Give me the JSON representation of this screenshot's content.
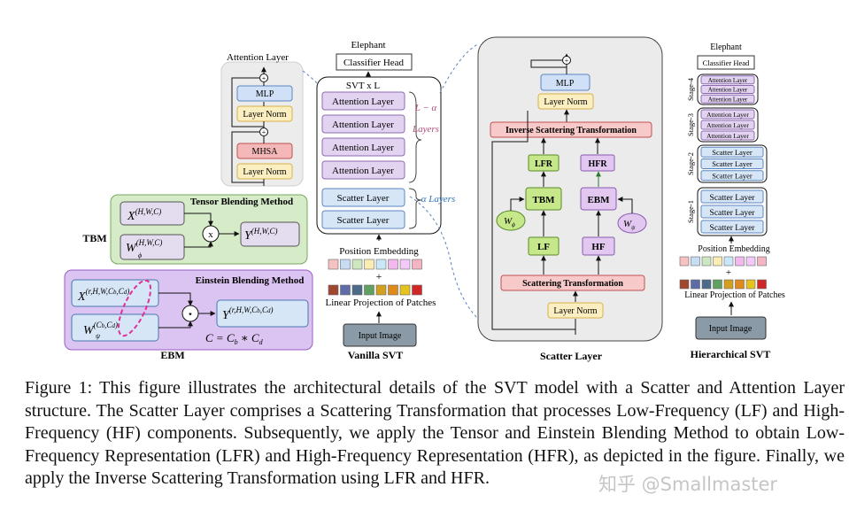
{
  "figure": {
    "tensor_blending": {
      "title": "Tensor Blending Method",
      "label": "TBM",
      "x_base": "X",
      "x_sup": "(H,W,C)",
      "w_base": "W",
      "w_sub": "ϕ",
      "w_sup": "(H,W,C)",
      "op": "x",
      "y_base": "Y",
      "y_sup": "(H,W,C)"
    },
    "einstein_blending": {
      "title": "Einstein Blending Method",
      "label": "EBM",
      "x_base": "X",
      "x_sup": "(r,H,W,C",
      "x_sup_b": "b",
      "x_sup_mid": ",C",
      "x_sup_d": "d",
      "x_sup_end": ")",
      "w_base": "W",
      "w_sub": "ψ",
      "w_sup": "(C",
      "w_sup_b": "b",
      "w_sup_mid": ",C",
      "w_sup_d": "d",
      "w_sup_end": ")",
      "op": "⋆",
      "y_base": "Y",
      "y_sup": "(r,H,W,C",
      "y_sup_b": "b",
      "y_sup_mid": ",C",
      "y_sup_d": "d",
      "y_sup_end": ")",
      "equation_lhs": "C = C",
      "eq_b": "b",
      "equation_mid": " ∗ C",
      "eq_d": "d"
    },
    "attention_detail": {
      "title": "Attention Layer",
      "mlp": "MLP",
      "layer_norm_top": "Layer Norm",
      "mhsa": "MHSA",
      "layer_norm_bottom": "Layer Norm"
    },
    "vanilla_svt": {
      "caption": "Vanilla SVT",
      "class_label": "Elephant",
      "classifier": "Classifier Head",
      "stack_label": "SVT  x L",
      "attention_layers": [
        "Attention Layer",
        "Attention Layer",
        "Attention Layer",
        "Attention Layer"
      ],
      "scatter_layers": [
        "Scatter Layer",
        "Scatter Layer"
      ],
      "attn_brace_label": "L − α",
      "attn_brace_label2": "Layers",
      "scatter_brace_label": "α  Layers",
      "position_embedding": "Position Embedding",
      "plus": "+",
      "linear_projection": "Linear Projection of Patches",
      "input_image": "Input Image"
    },
    "scatter_layer": {
      "caption": "Scatter Layer",
      "mlp": "MLP",
      "layer_norm_top": "Layer Norm",
      "inverse": "Inverse Scattering Transformation",
      "lfr": "LFR",
      "hfr": "HFR",
      "tbm": "TBM",
      "ebm": "EBM",
      "w_phi": "W",
      "w_phi_sub": "ϕ",
      "w_psi": "W",
      "w_psi_sub": "ψ",
      "lf": "LF",
      "hf": "HF",
      "scattering": "Scattering Transformation",
      "layer_norm_bottom": "Layer Norm"
    },
    "hierarchical_svt": {
      "caption": "Hierarchical SVT",
      "class_label": "Elephant",
      "classifier": "Classifier Head",
      "stage4_label": "Stage-4",
      "stage4_layers": [
        "Attention Layer",
        "Attention Layer",
        "Attention Layer"
      ],
      "stage3_label": "Stage-3",
      "stage3_layers": [
        "Attention Layer",
        "Attention Layer",
        "Attention Layer"
      ],
      "stage2_label": "Stage-2",
      "stage2_layers": [
        "Scatter Layer",
        "Scatter Layer",
        "Scatter Layer"
      ],
      "stage1_label": "Stage-1",
      "stage1_layers": [
        "Scatter Layer",
        "Scatter Layer",
        "Scatter Layer"
      ],
      "position_embedding": "Position Embedding",
      "plus": "+",
      "linear_projection": "Linear Projection of Patches",
      "input_image": "Input Image"
    },
    "colors": {
      "attention_fill": "#e2d3f0",
      "attention_stroke": "#8e6bb0",
      "scatter_fill": "#d7e6f7",
      "scatter_stroke": "#5b86c0",
      "layernorm_fill": "#fbeec0",
      "layernorm_stroke": "#d8b24a",
      "mlp_fill": "#cfe0f7",
      "mhsa_fill": "#f4b8b8",
      "tbm_panel": "#d6ebc8",
      "ebm_panel": "#dcc4f2",
      "green_box": "#c6e88a",
      "purple_box": "#e2c8f0",
      "pink_box": "#f7c9c9",
      "gray_panel": "#ededed",
      "pos_embed": [
        "#f6c2c2",
        "#c7dcf5",
        "#cde8c0",
        "#f9edb4",
        "#c9e8f7",
        "#f3b8ee",
        "#f2c9f8",
        "#f5b4c4"
      ],
      "patches": [
        "#a0482f",
        "#5e6ca8",
        "#4c6a8a",
        "#60a060",
        "#d2a020",
        "#e08a1c",
        "#e5c21e",
        "#d02626"
      ]
    }
  },
  "caption": {
    "text": "Figure 1: This figure illustrates the architectural details of the SVT model with a Scatter and Attention Layer structure.  The Scatter Layer comprises a Scattering Transformation that processes Low-Frequency (LF) and High-Frequency (HF) components. Subsequently, we apply the Tensor and Einstein Blending Method to obtain Low-Frequency Representation (LFR) and High-Frequency Representation (HFR), as depicted in the figure. Finally, we apply the Inverse Scattering Transformation using LFR and HFR."
  },
  "watermark": "知乎 @Smallmaster"
}
